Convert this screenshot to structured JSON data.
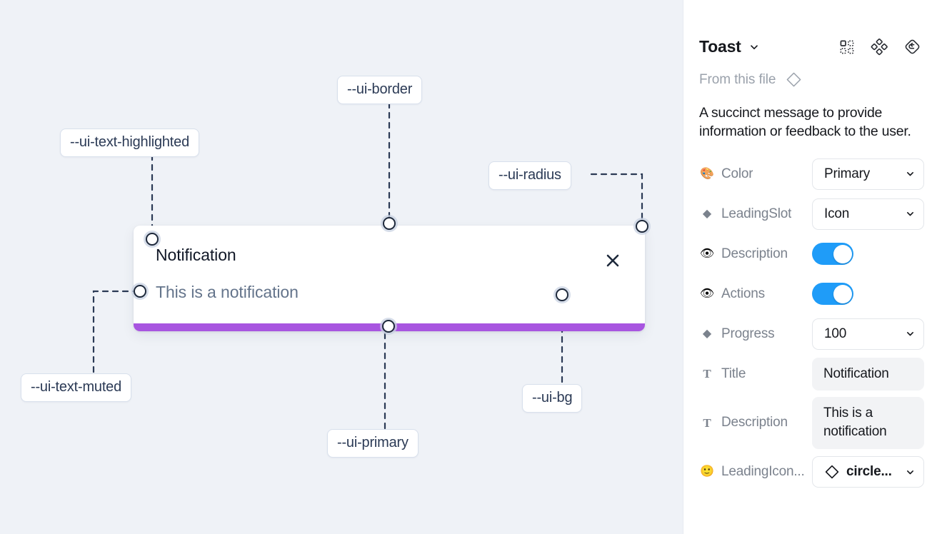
{
  "canvas": {
    "background_color": "#eff2f7",
    "toast": {
      "title": "Notification",
      "description": "This is a notification",
      "close_icon": "close-x-icon",
      "progress_color": "#a855e0",
      "progress_value": 100
    },
    "annotations": [
      {
        "id": "ui-border",
        "label": "--ui-border"
      },
      {
        "id": "ui-text-highlighted",
        "label": "--ui-text-highlighted"
      },
      {
        "id": "ui-radius",
        "label": "--ui-radius"
      },
      {
        "id": "ui-text-muted",
        "label": "--ui-text-muted"
      },
      {
        "id": "ui-primary",
        "label": "--ui-primary"
      },
      {
        "id": "ui-bg",
        "label": "--ui-bg"
      }
    ]
  },
  "panel": {
    "title": "Toast",
    "title_caret_icon": "chevron-down-icon",
    "header_icons": [
      {
        "name": "component-grid-icon"
      },
      {
        "name": "variants-diamond-cluster-icon"
      },
      {
        "name": "reset-instance-icon"
      }
    ],
    "from_this_file": {
      "label": "From this file",
      "icon": "diamond-outline-icon"
    },
    "description": "A succinct message to provide information or feedback to the user.",
    "properties": [
      {
        "icon": "palette-emoji",
        "glyph": "🎨",
        "name": "Color",
        "control": "select",
        "value": "Primary"
      },
      {
        "icon": "diamond-emoji",
        "glyph": "◆",
        "name": "LeadingSlot",
        "control": "select",
        "value": "Icon"
      },
      {
        "icon": "eye-emoji",
        "glyph": "👁",
        "name": "Description",
        "control": "toggle",
        "value": "on"
      },
      {
        "icon": "eye-emoji",
        "glyph": "👁",
        "name": "Actions",
        "control": "toggle",
        "value": "on"
      },
      {
        "icon": "diamond-emoji",
        "glyph": "◆",
        "name": "Progress",
        "control": "select",
        "value": "100"
      },
      {
        "icon": "text-t-icon",
        "glyph": "T",
        "name": "Title",
        "control": "text",
        "value": "Notification"
      },
      {
        "icon": "text-t-icon",
        "glyph": "T",
        "name": "Description",
        "control": "text",
        "value": "This is a notification"
      },
      {
        "icon": "smiley-emoji",
        "glyph": "🙂",
        "name": "LeadingIcon...",
        "control": "icon-select",
        "value": "circle..."
      }
    ],
    "toggle_on_color": "#1f9cf8"
  }
}
